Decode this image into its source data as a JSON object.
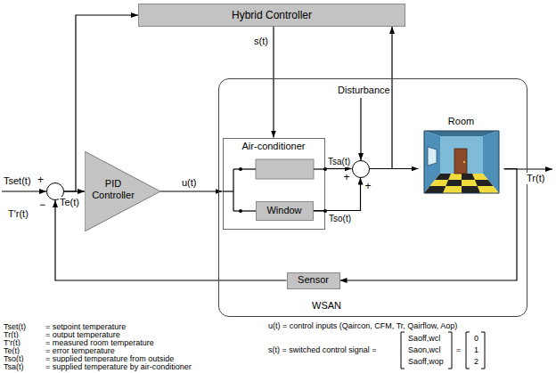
{
  "diagram": {
    "nodes": [
      {
        "text": [
          "Hybrid Controller"
        ]
      },
      {
        "text": [
          "+",
          "−"
        ]
      },
      {
        "text": [
          "PID Controller"
        ]
      },
      {
        "text": [
          "WSAN"
        ]
      },
      {
        "text": [
          "Air-conditioner"
        ],
        "in": 3
      },
      {
        "text": [
          "Window"
        ],
        "in": 4
      },
      {
        "text": [
          "+",
          "+"
        ],
        "in": 3
      },
      {
        "text": [
          "Room"
        ],
        "in": 3
      },
      {
        "text": [
          "Sensor"
        ],
        "in": 3
      }
    ],
    "edges": [
      {
        "from": 0,
        "to": 4,
        "label": "s(t)",
        "arrow": "to"
      },
      {
        "from": 1,
        "to": 2,
        "label": "Te(t)",
        "arrow": "to"
      },
      {
        "from": 2,
        "to": 4,
        "label": "u(t)",
        "arrow": "to"
      },
      {
        "from": 4,
        "to": 6,
        "label": "Tsa(t)",
        "arrow": "to"
      },
      {
        "from": 5,
        "to": 6,
        "label": "Tso(t)",
        "arrow": "to"
      },
      {
        "from": 6,
        "to": 7,
        "arrow": "to"
      },
      {
        "from": 6,
        "to": 0,
        "arrow": "to"
      },
      {
        "from": 7,
        "to": 8,
        "arrow": "to"
      },
      {
        "from": 8,
        "to": 1,
        "label": "T′r(t)",
        "arrow": "to"
      },
      {
        "from": 1,
        "to": 0,
        "arrow": "to"
      }
    ],
    "labels": [
      "Tset(t)",
      "Disturbance",
      "Tr(t)",
      "Tset(t)",
      "= setpoint temperature",
      "Tr(t)",
      "= output temperature",
      "T′r(t)",
      "= measured room temperature",
      "Te(t)",
      "= error temperature",
      "Tso(t)",
      "= supplied temperature from outside",
      "Tsa(t)",
      "= supplied temperature by air-conditioner",
      "u(t) = control inputs (Qaircon, CFM, Tr, Qairflow, Aop)",
      "s(t) = switched control signal =",
      "Saoff,wcl",
      "Saon,wcl",
      "Saoff,wop",
      "=",
      "0",
      "1",
      "2"
    ]
  }
}
